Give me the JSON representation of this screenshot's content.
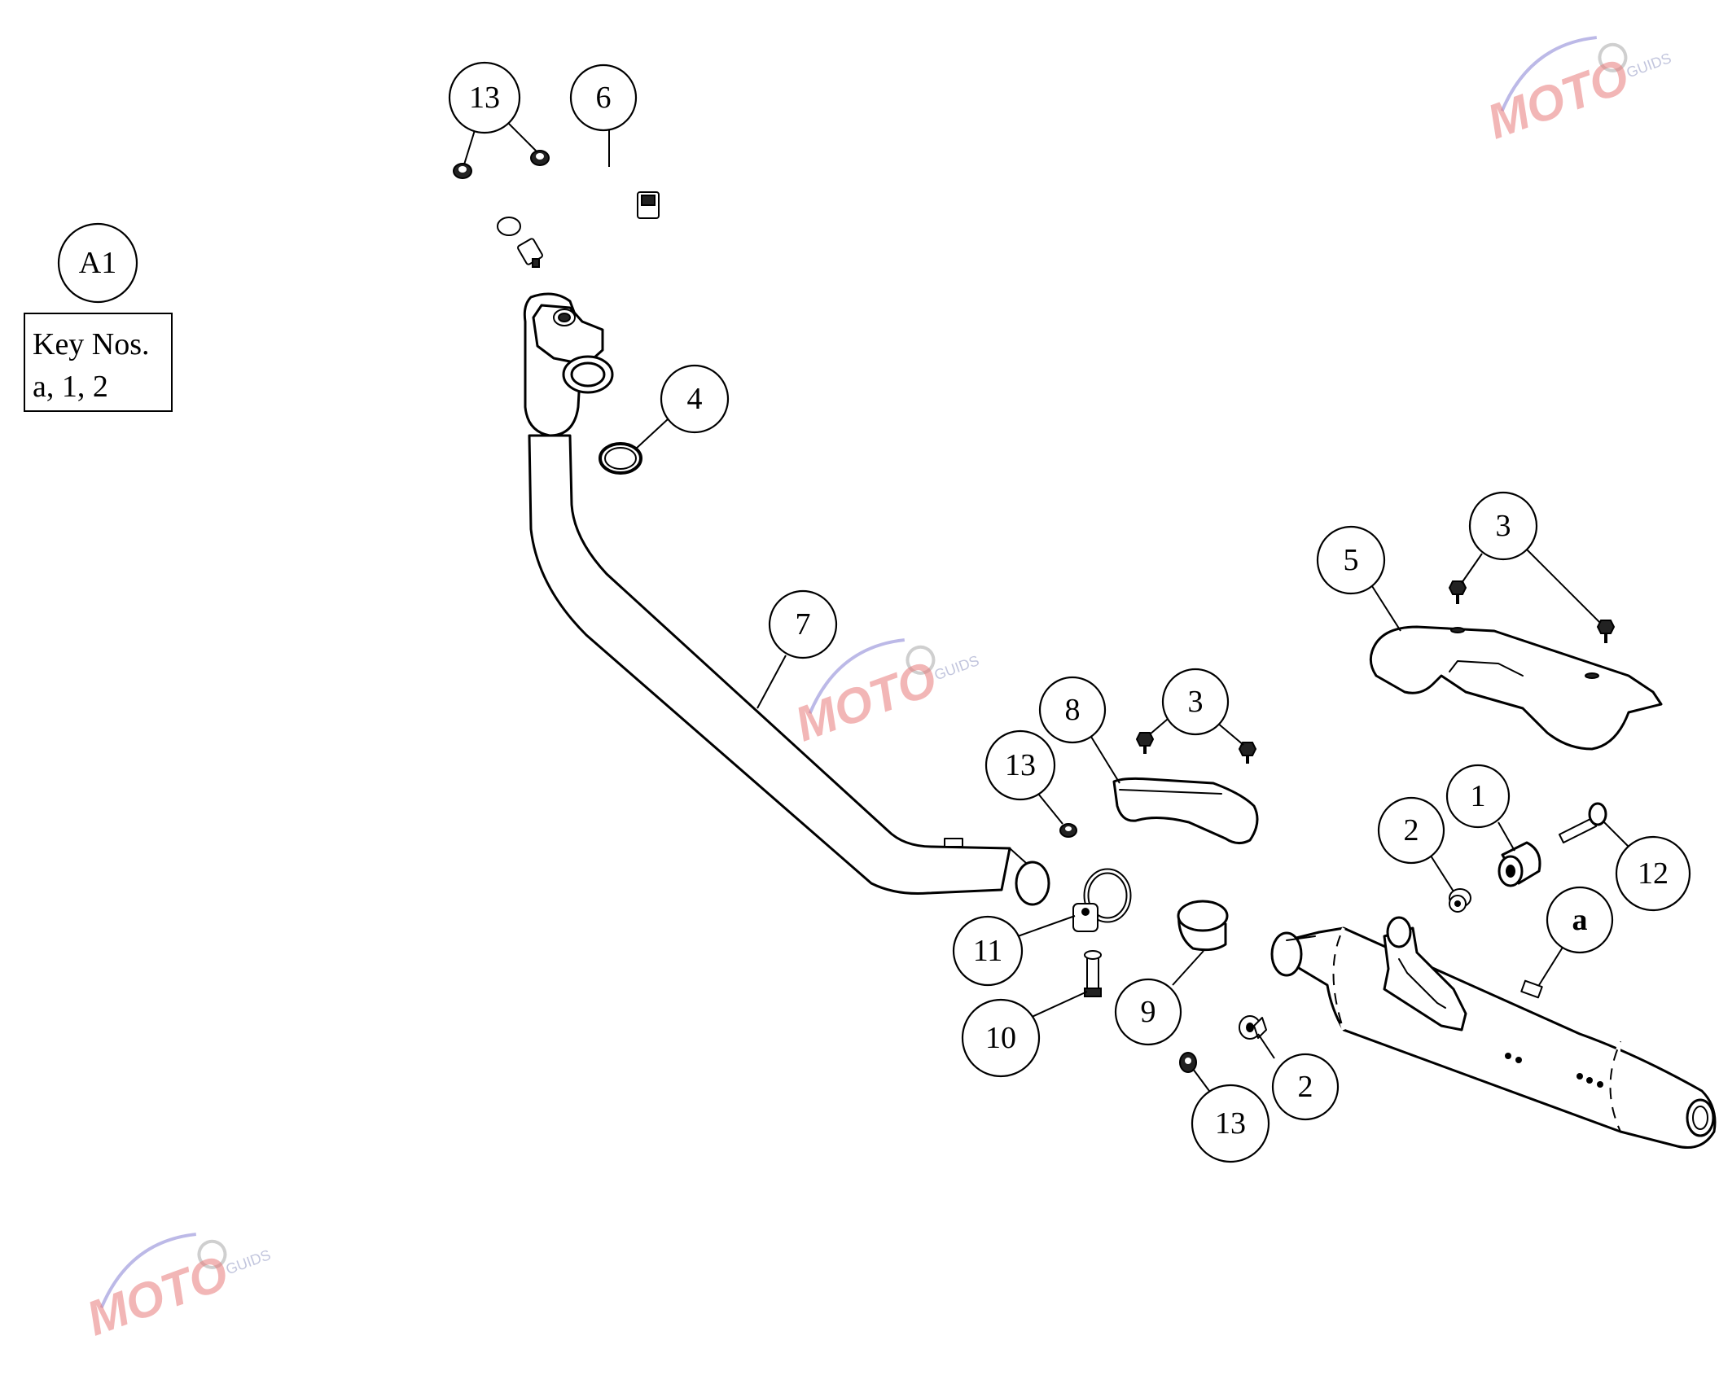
{
  "callouts": [
    {
      "id": "13-top",
      "label": "13"
    },
    {
      "id": "6",
      "label": "6"
    },
    {
      "id": "a1",
      "label": "A1"
    },
    {
      "id": "4",
      "label": "4"
    },
    {
      "id": "7",
      "label": "7"
    },
    {
      "id": "5",
      "label": "5"
    },
    {
      "id": "3-right",
      "label": "3"
    },
    {
      "id": "8",
      "label": "8"
    },
    {
      "id": "3-mid",
      "label": "3"
    },
    {
      "id": "13-mid",
      "label": "13"
    },
    {
      "id": "1",
      "label": "1"
    },
    {
      "id": "2-top",
      "label": "2"
    },
    {
      "id": "12",
      "label": "12"
    },
    {
      "id": "a",
      "label": "a"
    },
    {
      "id": "11",
      "label": "11"
    },
    {
      "id": "10",
      "label": "10"
    },
    {
      "id": "9",
      "label": "9"
    },
    {
      "id": "2-bottom",
      "label": "2"
    },
    {
      "id": "13-bottom",
      "label": "13"
    }
  ],
  "key_box": {
    "line1": "Key Nos.",
    "line2": "a, 1, 2"
  },
  "watermark": {
    "brand": "MOTO",
    "sub": "GUIDS"
  },
  "colors": {
    "watermark_red": "#e87c7c",
    "watermark_purple": "#6b63c9"
  }
}
